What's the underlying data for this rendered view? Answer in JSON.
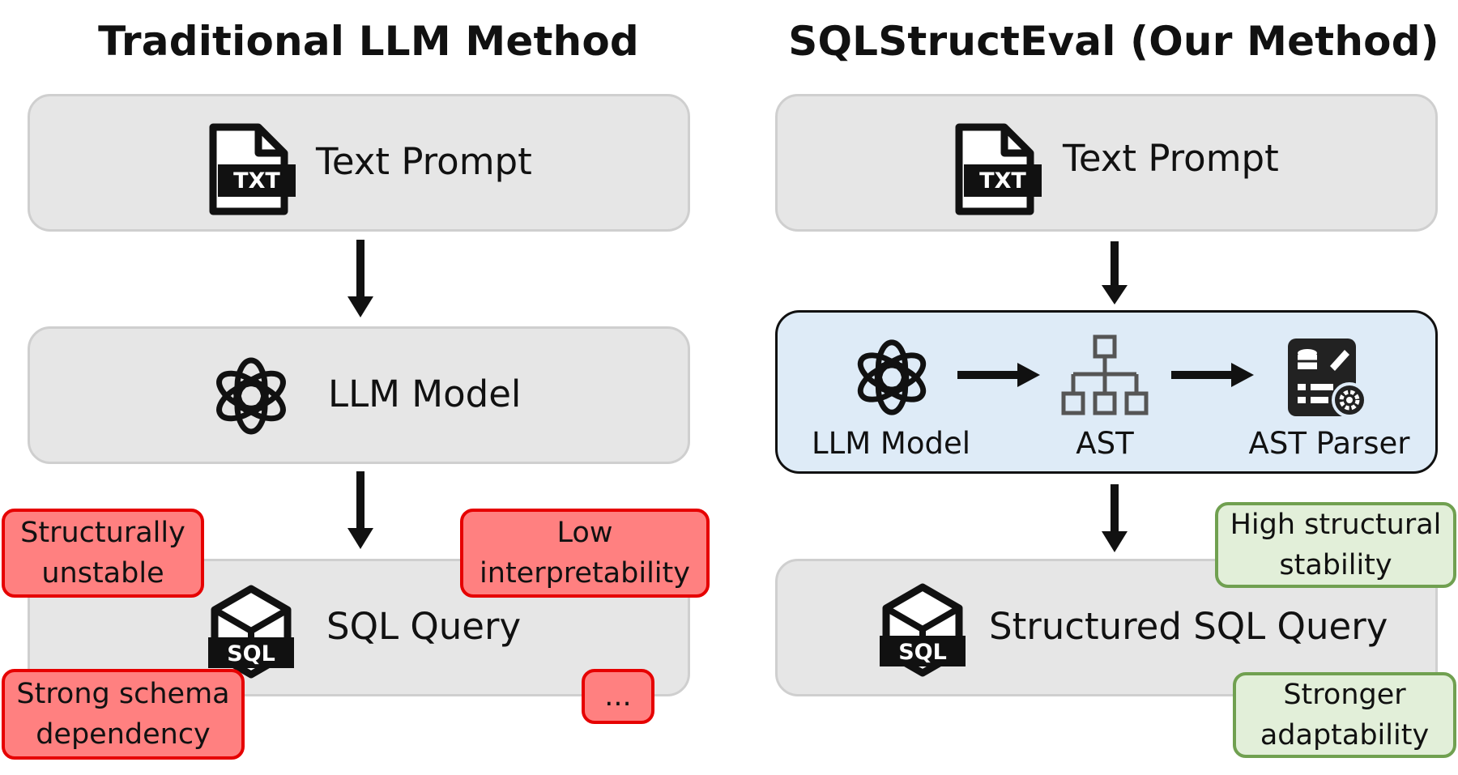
{
  "left": {
    "title": "Traditional LLM Method",
    "box1_label": "Text Prompt",
    "box1_icon_text": "TXT",
    "box2_label": "LLM Model",
    "box3_label": "SQL Query",
    "box3_icon_text": "SQL",
    "tags": {
      "structurally_unstable": "Structurally\nunstable",
      "low_interpretability": "Low\ninterpretability",
      "schema_dependency": "Strong schema\ndependency",
      "ellipsis": "..."
    }
  },
  "right": {
    "title": "SQLStructEval (Our Method)",
    "box1_label": "Text Prompt",
    "box1_icon_text": "TXT",
    "pipeline": {
      "llm_label": "LLM Model",
      "ast_label": "AST",
      "parser_label": "AST Parser"
    },
    "box3_label": "Structured SQL Query",
    "box3_icon_text": "SQL",
    "tags": {
      "high_stability": "High structural\nstability",
      "adaptability": "Stronger\nadaptability"
    }
  },
  "colors": {
    "box_fill": "#e6e6e6",
    "pipeline_fill": "#deebf7",
    "red_tag_fill": "#ff8080",
    "red_tag_border": "#e60000",
    "green_tag_fill": "#e2efd9",
    "green_tag_border": "#70a050"
  },
  "icons": [
    "txt-file-icon",
    "openai-logo-icon",
    "sql-cube-icon",
    "ast-tree-icon",
    "ast-parser-icon",
    "down-arrow-icon",
    "right-arrow-icon"
  ]
}
